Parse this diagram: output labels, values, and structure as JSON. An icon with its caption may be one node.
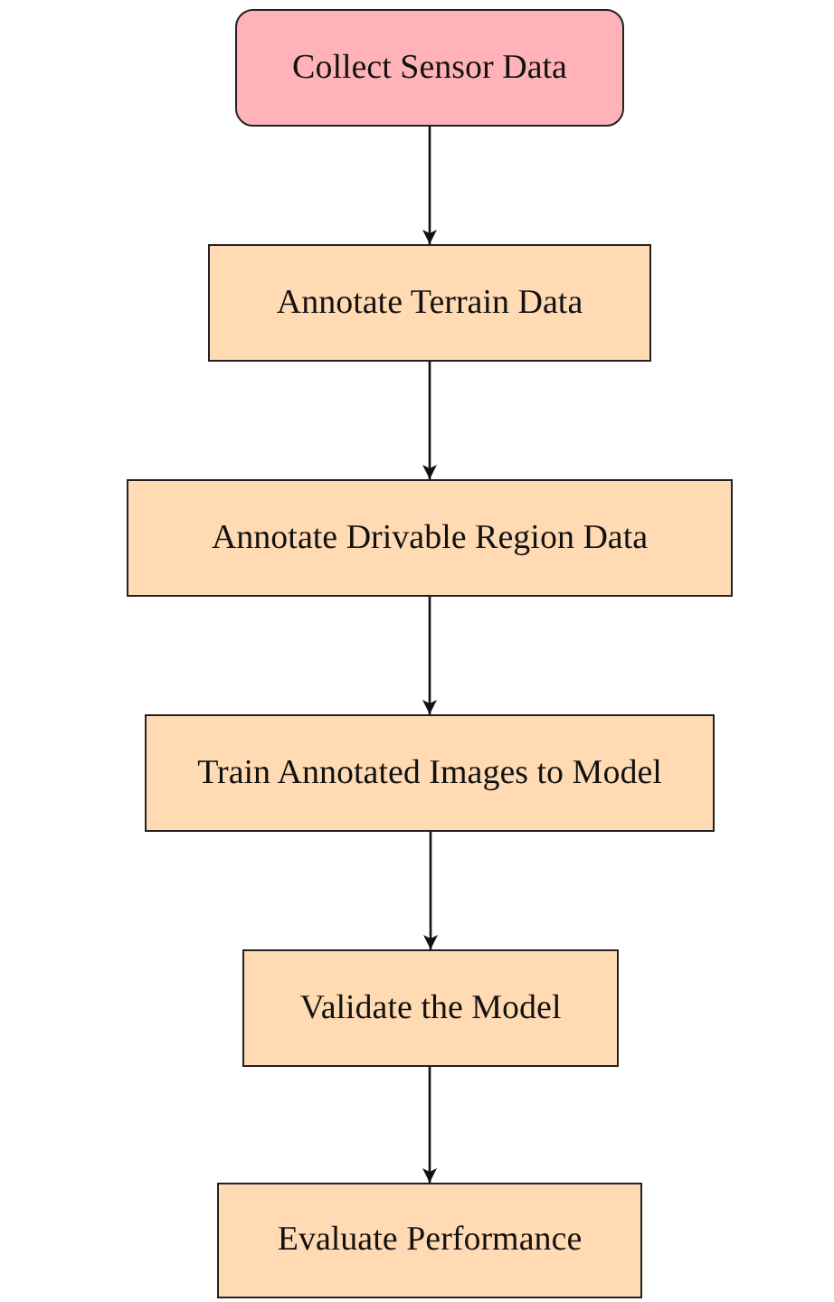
{
  "diagram": {
    "nodes": [
      {
        "text": [
          "Collect Sensor Data"
        ]
      },
      {
        "text": [
          "Annotate Terrain Data"
        ]
      },
      {
        "text": [
          "Annotate Drivable Region Data"
        ]
      },
      {
        "text": [
          "Train Annotated Images to Model"
        ]
      },
      {
        "text": [
          "Validate the Model"
        ]
      },
      {
        "text": [
          "Evaluate Performance"
        ]
      }
    ],
    "edges": [
      {
        "from": 0,
        "to": 1,
        "arrow": "to"
      },
      {
        "from": 1,
        "to": 2,
        "arrow": "to"
      },
      {
        "from": 2,
        "to": 3,
        "arrow": "to"
      },
      {
        "from": 3,
        "to": 4,
        "arrow": "to"
      },
      {
        "from": 4,
        "to": 5,
        "arrow": "to"
      }
    ]
  }
}
